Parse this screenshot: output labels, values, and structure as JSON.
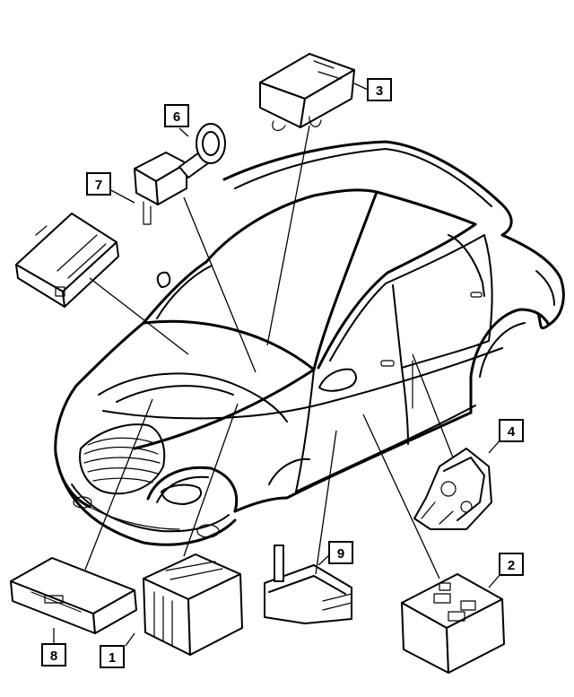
{
  "callouts": [
    {
      "id": "c1",
      "label": "1"
    },
    {
      "id": "c2",
      "label": "2"
    },
    {
      "id": "c3",
      "label": "3"
    },
    {
      "id": "c4",
      "label": "4"
    },
    {
      "id": "c6",
      "label": "6"
    },
    {
      "id": "c7",
      "label": "7"
    },
    {
      "id": "c8",
      "label": "8"
    },
    {
      "id": "c9",
      "label": "9"
    }
  ]
}
